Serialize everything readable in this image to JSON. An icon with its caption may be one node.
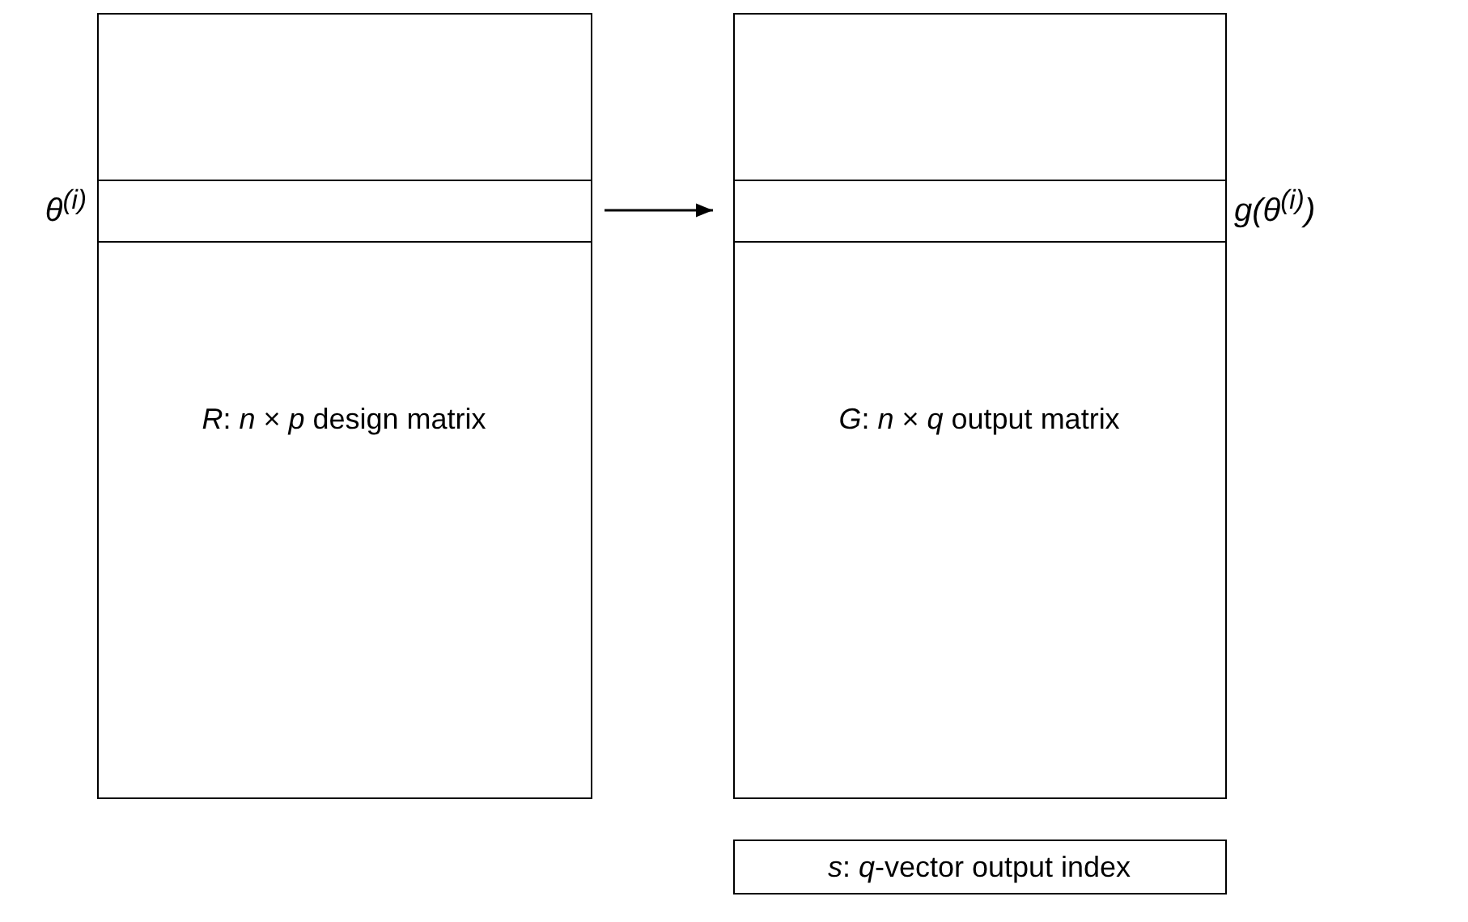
{
  "diagram": {
    "nodes": [
      {
        "text": [
          "*R*: *n* × *p* design matrix"
        ]
      },
      {
        "text": [],
        "shape": "box",
        "in": 0,
        "beside": [
          "θ$^{(i)}$"
        ]
      },
      {
        "text": [
          "*G*: *n* × *q* output matrix"
        ]
      },
      {
        "text": [],
        "shape": "box",
        "in": 2,
        "beside": [
          "*g*(θ$^{(i)}$)"
        ]
      },
      {
        "text": [
          "*s*: *q*-vector output index"
        ]
      }
    ],
    "edges": [
      {
        "from": 1,
        "to": 3,
        "arrow": "to"
      }
    ]
  }
}
